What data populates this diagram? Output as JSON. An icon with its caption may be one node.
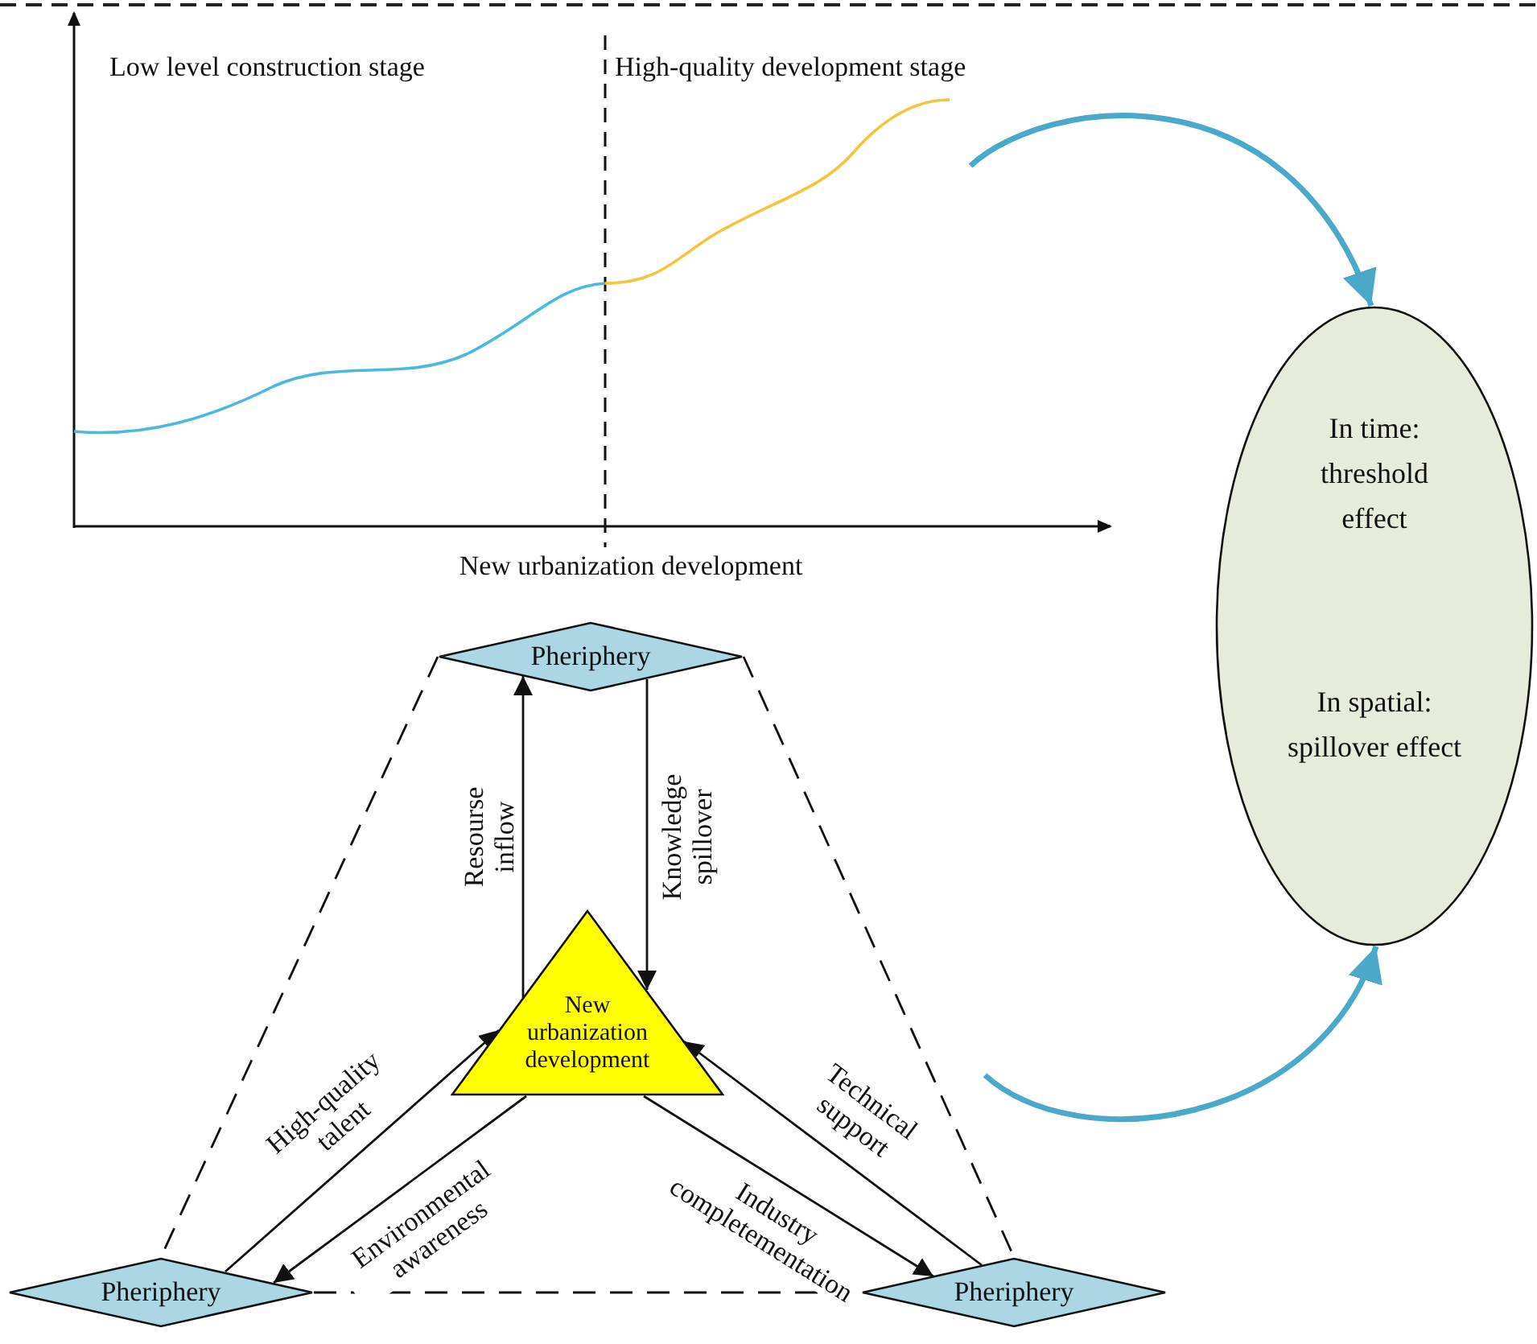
{
  "diagram": {
    "nodes": [
      {
        "text": [
          "In time: threshold effect",
          "In spatial: spillover effect"
        ]
      },
      {
        "text": [
          "Pheriphery"
        ]
      },
      {
        "text": [
          "New urbanization development"
        ]
      },
      {
        "text": [
          "Pheriphery"
        ]
      },
      {
        "text": [
          "Pheriphery"
        ]
      }
    ],
    "edges": [
      {
        "from": null,
        "to": 0,
        "arrow": "to",
        "style": "thick",
        "color": "#4aa8c8"
      },
      {
        "from": null,
        "to": 0,
        "arrow": "to",
        "style": "thick",
        "color": "#4aa8c8"
      },
      {
        "from": 2,
        "to": 1,
        "arrow": "to",
        "label": "Resourse inflow"
      },
      {
        "from": 1,
        "to": 2,
        "arrow": "to",
        "label": "Knowledge spillover"
      },
      {
        "from": 3,
        "to": 2,
        "arrow": "to",
        "label": "High-quality talent"
      },
      {
        "from": 2,
        "to": 3,
        "arrow": "to",
        "label": "Environmental awareness"
      },
      {
        "from": 2,
        "to": 4,
        "arrow": "to",
        "label": "Industry completementation"
      },
      {
        "from": 4,
        "to": 2,
        "arrow": "to",
        "label": "Technical support"
      },
      {
        "from": 1,
        "to": 3,
        "arrow": "none",
        "style": "dashed"
      },
      {
        "from": 1,
        "to": 4,
        "arrow": "none",
        "style": "dashed"
      },
      {
        "from": 3,
        "to": 4,
        "arrow": "none",
        "style": "dashed"
      }
    ],
    "labels": [
      "Low level construction stage",
      "High-quality development stage",
      "New urbanization development"
    ]
  }
}
